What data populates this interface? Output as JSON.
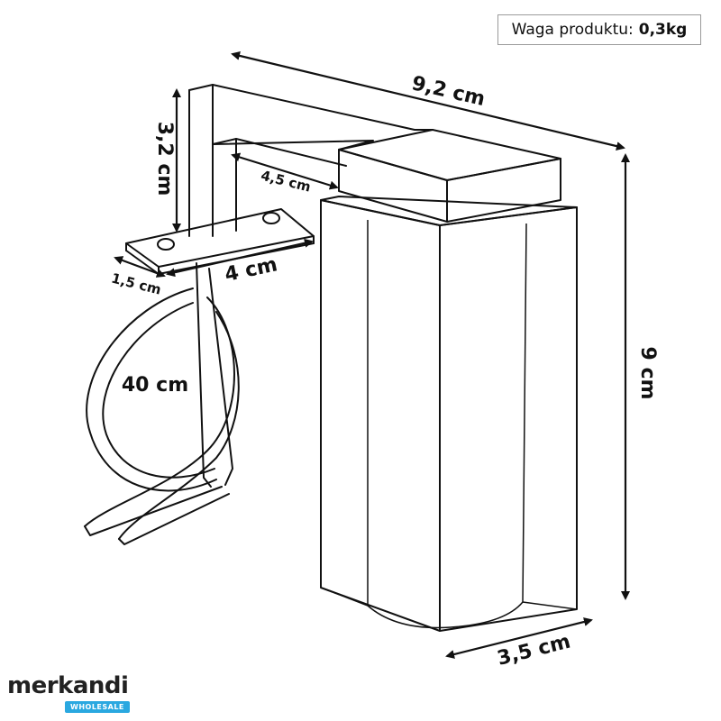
{
  "weight": {
    "label": "Waga produktu:",
    "value": "0,3kg"
  },
  "dimensions": {
    "length": "9,2 cm",
    "height": "9 cm",
    "depth": "3,5 cm",
    "arm_height": "3,2 cm",
    "arm_inner": "4,5 cm",
    "plate_length": "4 cm",
    "plate_width": "1,5 cm",
    "cable": "40 cm"
  },
  "brand": {
    "name": "merkandi",
    "tag": "WHOLESALE"
  },
  "colors": {
    "stroke": "#111111",
    "brand_tag": "#2aa8e0"
  }
}
